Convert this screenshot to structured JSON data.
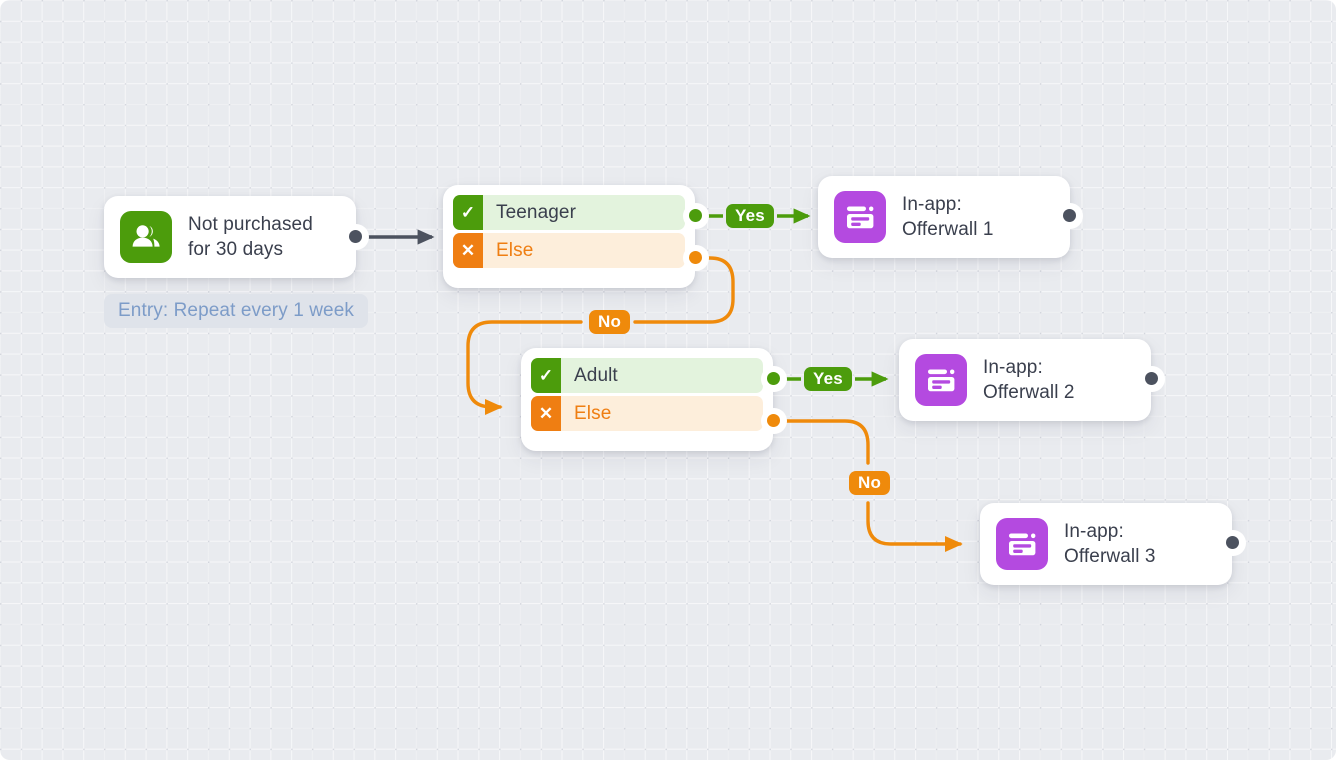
{
  "canvas": {
    "background_color": "#e9ebef",
    "grid": "on"
  },
  "palette": {
    "green": "#4c9c0c",
    "green_light": "#e3f3dd",
    "orange": "#ef8a0b",
    "orange_light": "#fdeedb",
    "purple": "#b44ae0",
    "gray_port": "#4c525f",
    "card": "#ffffff",
    "text": "#3a3f4d",
    "entry_badge_bg": "#dfe3ea",
    "entry_badge_text": "#7d9cc8"
  },
  "entry_badge": {
    "label": "Entry: Repeat every 1 week"
  },
  "nodes": {
    "trigger": {
      "title": "Not purchased\nfor 30 days",
      "icon": "people-icon",
      "icon_color": "#4c9c0c"
    },
    "condition_teenager": {
      "rows": [
        {
          "label": "Teenager",
          "state": "yes",
          "icon": "check-icon"
        },
        {
          "label": "Else",
          "state": "no",
          "icon": "cross-icon"
        }
      ]
    },
    "condition_adult": {
      "rows": [
        {
          "label": "Adult",
          "state": "yes",
          "icon": "check-icon"
        },
        {
          "label": "Else",
          "state": "no",
          "icon": "cross-icon"
        }
      ]
    },
    "offerwall_1": {
      "title": "In-app:\nOfferwall 1",
      "icon": "in-app-message-icon",
      "icon_color": "#b44ae0"
    },
    "offerwall_2": {
      "title": "In-app:\nOfferwall 2",
      "icon": "in-app-message-icon",
      "icon_color": "#b44ae0"
    },
    "offerwall_3": {
      "title": "In-app:\nOfferwall 3",
      "icon": "in-app-message-icon",
      "icon_color": "#b44ae0"
    }
  },
  "edges": {
    "teenager_yes": {
      "label": "Yes",
      "color": "#4c9c0c"
    },
    "teenager_no": {
      "label": "No",
      "color": "#ef8a0b"
    },
    "adult_yes": {
      "label": "Yes",
      "color": "#4c9c0c"
    },
    "adult_no": {
      "label": "No",
      "color": "#ef8a0b"
    }
  }
}
